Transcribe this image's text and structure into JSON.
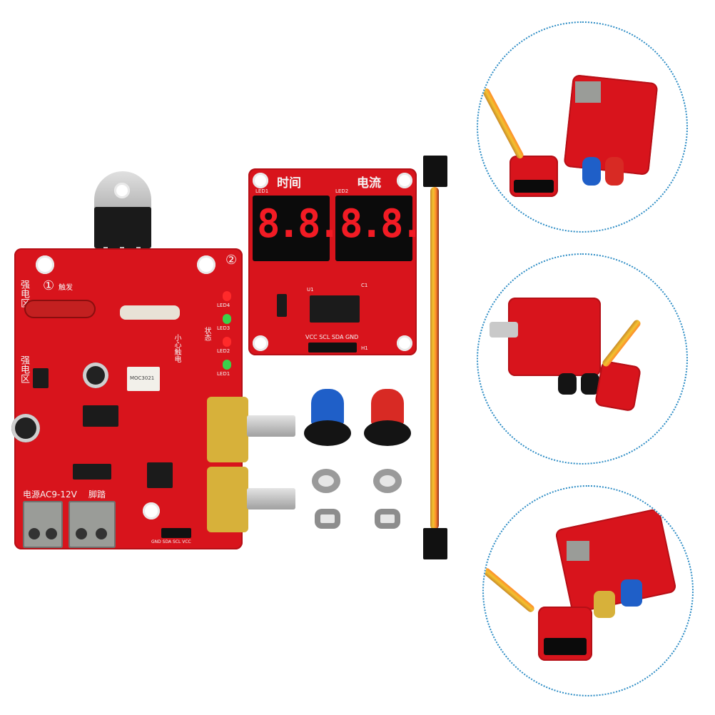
{
  "main_board": {
    "label_zone_high": "强电区",
    "label_zone_high_2": "强电区",
    "label_trigger_1": "①",
    "label_trigger_1_text": "触发",
    "label_trigger_2": "②",
    "label_power": "电源AC9-12V",
    "label_footswitch": "脚踏",
    "label_optocoupler": "MOC3021",
    "label_small_trigger": "小心触电",
    "label_state": "状态",
    "label_led4": "LED4",
    "label_led3": "LED3",
    "label_led2": "LED2",
    "label_led1": "LED1",
    "label_header_pins": "GND SDA SCL VCC"
  },
  "display_board": {
    "label_time": "时间",
    "label_current": "电流",
    "label_led1": "LED1",
    "label_led2": "LED2",
    "display_left": "8.8.",
    "display_right": "8.8.",
    "label_u1": "U1",
    "label_c1": "C1",
    "label_header": "VCC SCL SDA GND",
    "label_h1": "H1"
  },
  "colors": {
    "pcb_red": "#d8141c",
    "knob_blue": "#1f5fc8",
    "knob_red": "#d82a24",
    "circle_border": "#2a8bc4"
  }
}
